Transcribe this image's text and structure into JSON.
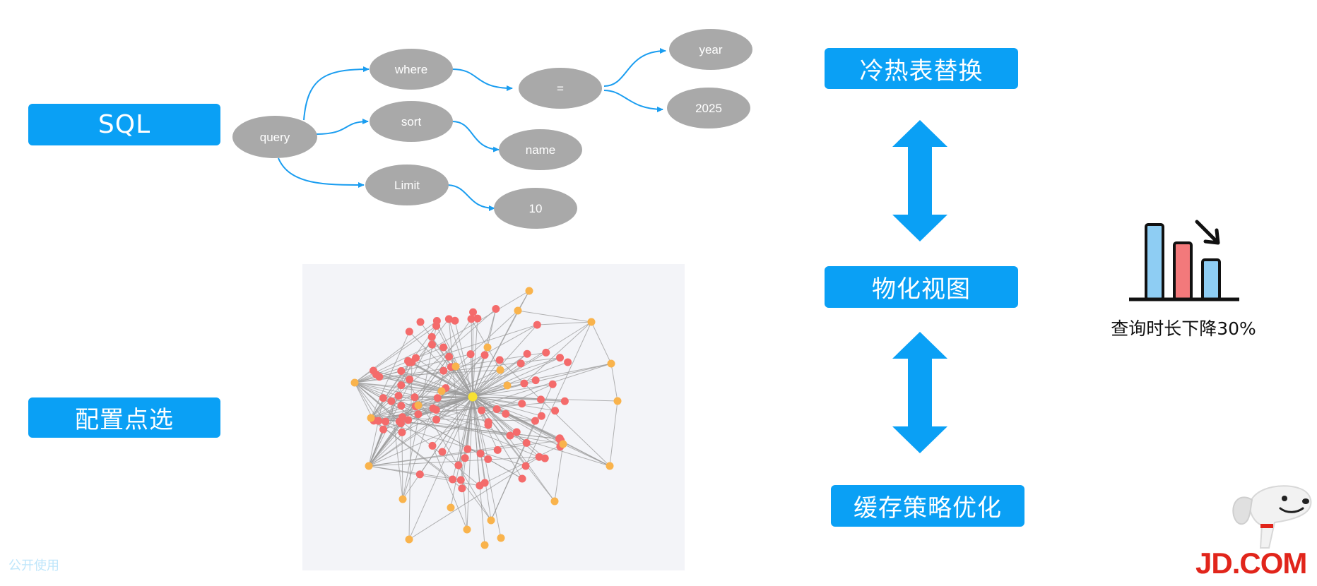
{
  "boxes": {
    "sql": "SQL",
    "config": "配置点选",
    "hot_cold": "冷热表替换",
    "materialized_view": "物化视图",
    "cache": "缓存策略优化"
  },
  "tree": {
    "nodes": {
      "query": "query",
      "where": "where",
      "sort": "sort",
      "limit": "Limit",
      "eq": "=",
      "year": "year",
      "val_2025": "2025",
      "name": "name",
      "ten": "10"
    }
  },
  "colors": {
    "accent_blue": "#0aa0f5",
    "node_gray": "#a9a9a9",
    "edge_blue": "#1a9df0",
    "graph_red": "#f46b6b",
    "graph_orange": "#f9b34c",
    "graph_center": "#f7e233",
    "bar_blue": "#8ecdf3",
    "bar_red": "#f3797b",
    "logo_red": "#e1251b"
  },
  "icons": {
    "chart": "bar-chart-decrease-icon",
    "arrows": "double-headed-arrow-icon",
    "mascot": "jd-dog-mascot-icon"
  },
  "caption": "查询时长下降30%",
  "watermark": "公开使用",
  "logo": "JD.COM"
}
